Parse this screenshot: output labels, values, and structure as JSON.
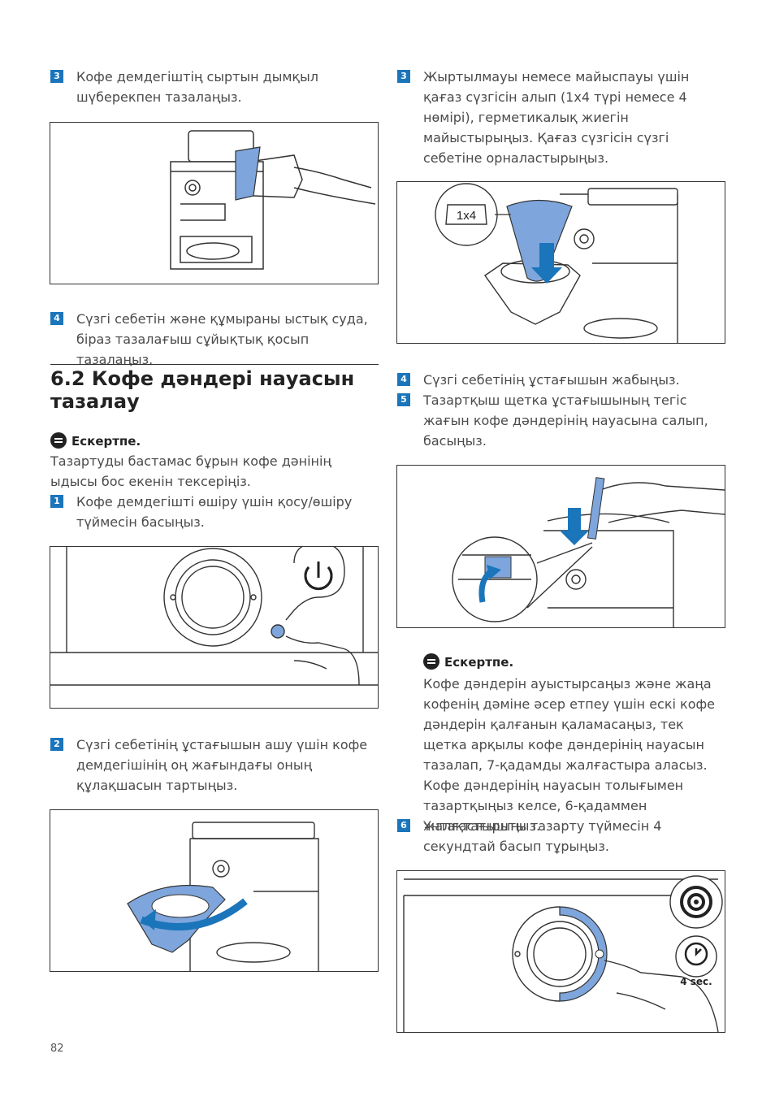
{
  "page_number": "82",
  "left": {
    "step3": {
      "num": "3",
      "text": "Кофе демдегіштің сыртын дымқыл шүберекпен тазалаңыз."
    },
    "step4": {
      "num": "4",
      "text": "Сүзгі себетін және құмыраны ыстық суда, біраз тазалағыш сұйықтық қосып тазалаңыз."
    },
    "section_title": "6.2 Кофе дәндері науасын тазалау",
    "note_label": "Ескертпе.",
    "note_text": "Тазартуды бастамас бұрын кофе дәнінің ыдысы бос екенін тексеріңіз.",
    "step1": {
      "num": "1",
      "text": "Кофе демдегішті өшіру үшін қосу/өшіру түймесін басыңыз."
    },
    "step2": {
      "num": "2",
      "text": "Сүзгі себетінің ұстағышын ашу үшін кофе демдегішінің оң жағындағы оның құлақшасын тартыңыз."
    }
  },
  "right": {
    "step3": {
      "num": "3",
      "text": "Жыртылмауы немесе майыспауы үшін қағаз сүзгісін алып (1x4 түрі немесе 4 нөмірі), герметикалық жиегін майыстырыңыз. Қағаз сүзгісін сүзгі себетіне орналастырыңыз."
    },
    "filter_badge": "1x4",
    "step4": {
      "num": "4",
      "text": "Сүзгі себетінің ұстағышын жабыңыз."
    },
    "step5": {
      "num": "5",
      "text": "Тазартқыш щетка ұстағышының тегіс жағын кофе дәндерінің науасына салып, басыңыз."
    },
    "note_label": "Ескертпе.",
    "note_text": "Кофе дәндерін ауыстырсаңыз және жаңа кофенің дәміне әсер етпеу үшін ескі кофе дәндерін қалғанын қаламасаңыз, тек щетка арқылы кофе дәндерінің науасын тазалап, 7-қадамды жалғастыра аласыз. Кофе дәндерінің науасын толығымен тазартқыңыз келсе, 6-қадаммен жалғастырыңыз.",
    "step6": {
      "num": "6",
      "text": "Ұнтақтағышты тазарту түймесін 4 секундтай басып тұрыңыз."
    },
    "timer_label": "4 sec."
  },
  "colors": {
    "accent": "#1b75bb",
    "illustration_blue": "#7ea6dc",
    "line": "#333333"
  }
}
